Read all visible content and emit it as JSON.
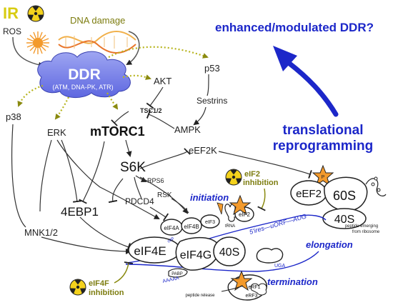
{
  "header": {
    "ir": "IR",
    "ros": "ROS",
    "dna_damage": "DNA damage",
    "enhanced": "enhanced/modulated DDR?",
    "translational_1": "translational",
    "translational_2": "reprogramming"
  },
  "ddr": {
    "title": "DDR",
    "subtitle": "(ATM, DNA-PK, ATR)"
  },
  "signaling": {
    "p53": "p53",
    "akt": "AKT",
    "sestrins": "Sestrins",
    "tsc": "TSC1/2",
    "ampk": "AMPK",
    "p38": "p38",
    "erk": "ERK",
    "mtorc1": "mTORC1",
    "s6k": "S6K",
    "eef2k": "eEF2K",
    "rps6": "RPS6",
    "pdcd4": "PDCD4",
    "rsk": "RSK",
    "4ebp1": "4EBP1",
    "mnk": "MNK1/2"
  },
  "inhibition": {
    "eif2_1": "eIF2",
    "eif2_2": "inhibition",
    "eif4f_1": "eIF4F",
    "eif4f_2": "inhibition"
  },
  "ribosome": {
    "eef2": "eEF2",
    "s60": "60S",
    "s40": "40S",
    "peptide_emerging_1": "peptide emerging",
    "peptide_emerging_2": "from ribosome"
  },
  "initiation": {
    "label": "initiation",
    "eif4a": "eIF4A",
    "eif4b": "eIF4B",
    "eif3": "eIF3",
    "eif2": "eIF2",
    "trna": "tRNA",
    "eif4e": "eIF4E",
    "eif4g": "eIF4G",
    "s40": "40S",
    "cap": "cap",
    "mrna_seq": "5'ires—uORF—AUG",
    "pabp": "PABP",
    "polya": "AAAAA"
  },
  "elongation": {
    "label": "elongation"
  },
  "termination": {
    "label": "termination",
    "uga": "UGA",
    "erf1": "eRF1",
    "erf3": "eRF3",
    "peptide_release": "peptide release"
  }
}
